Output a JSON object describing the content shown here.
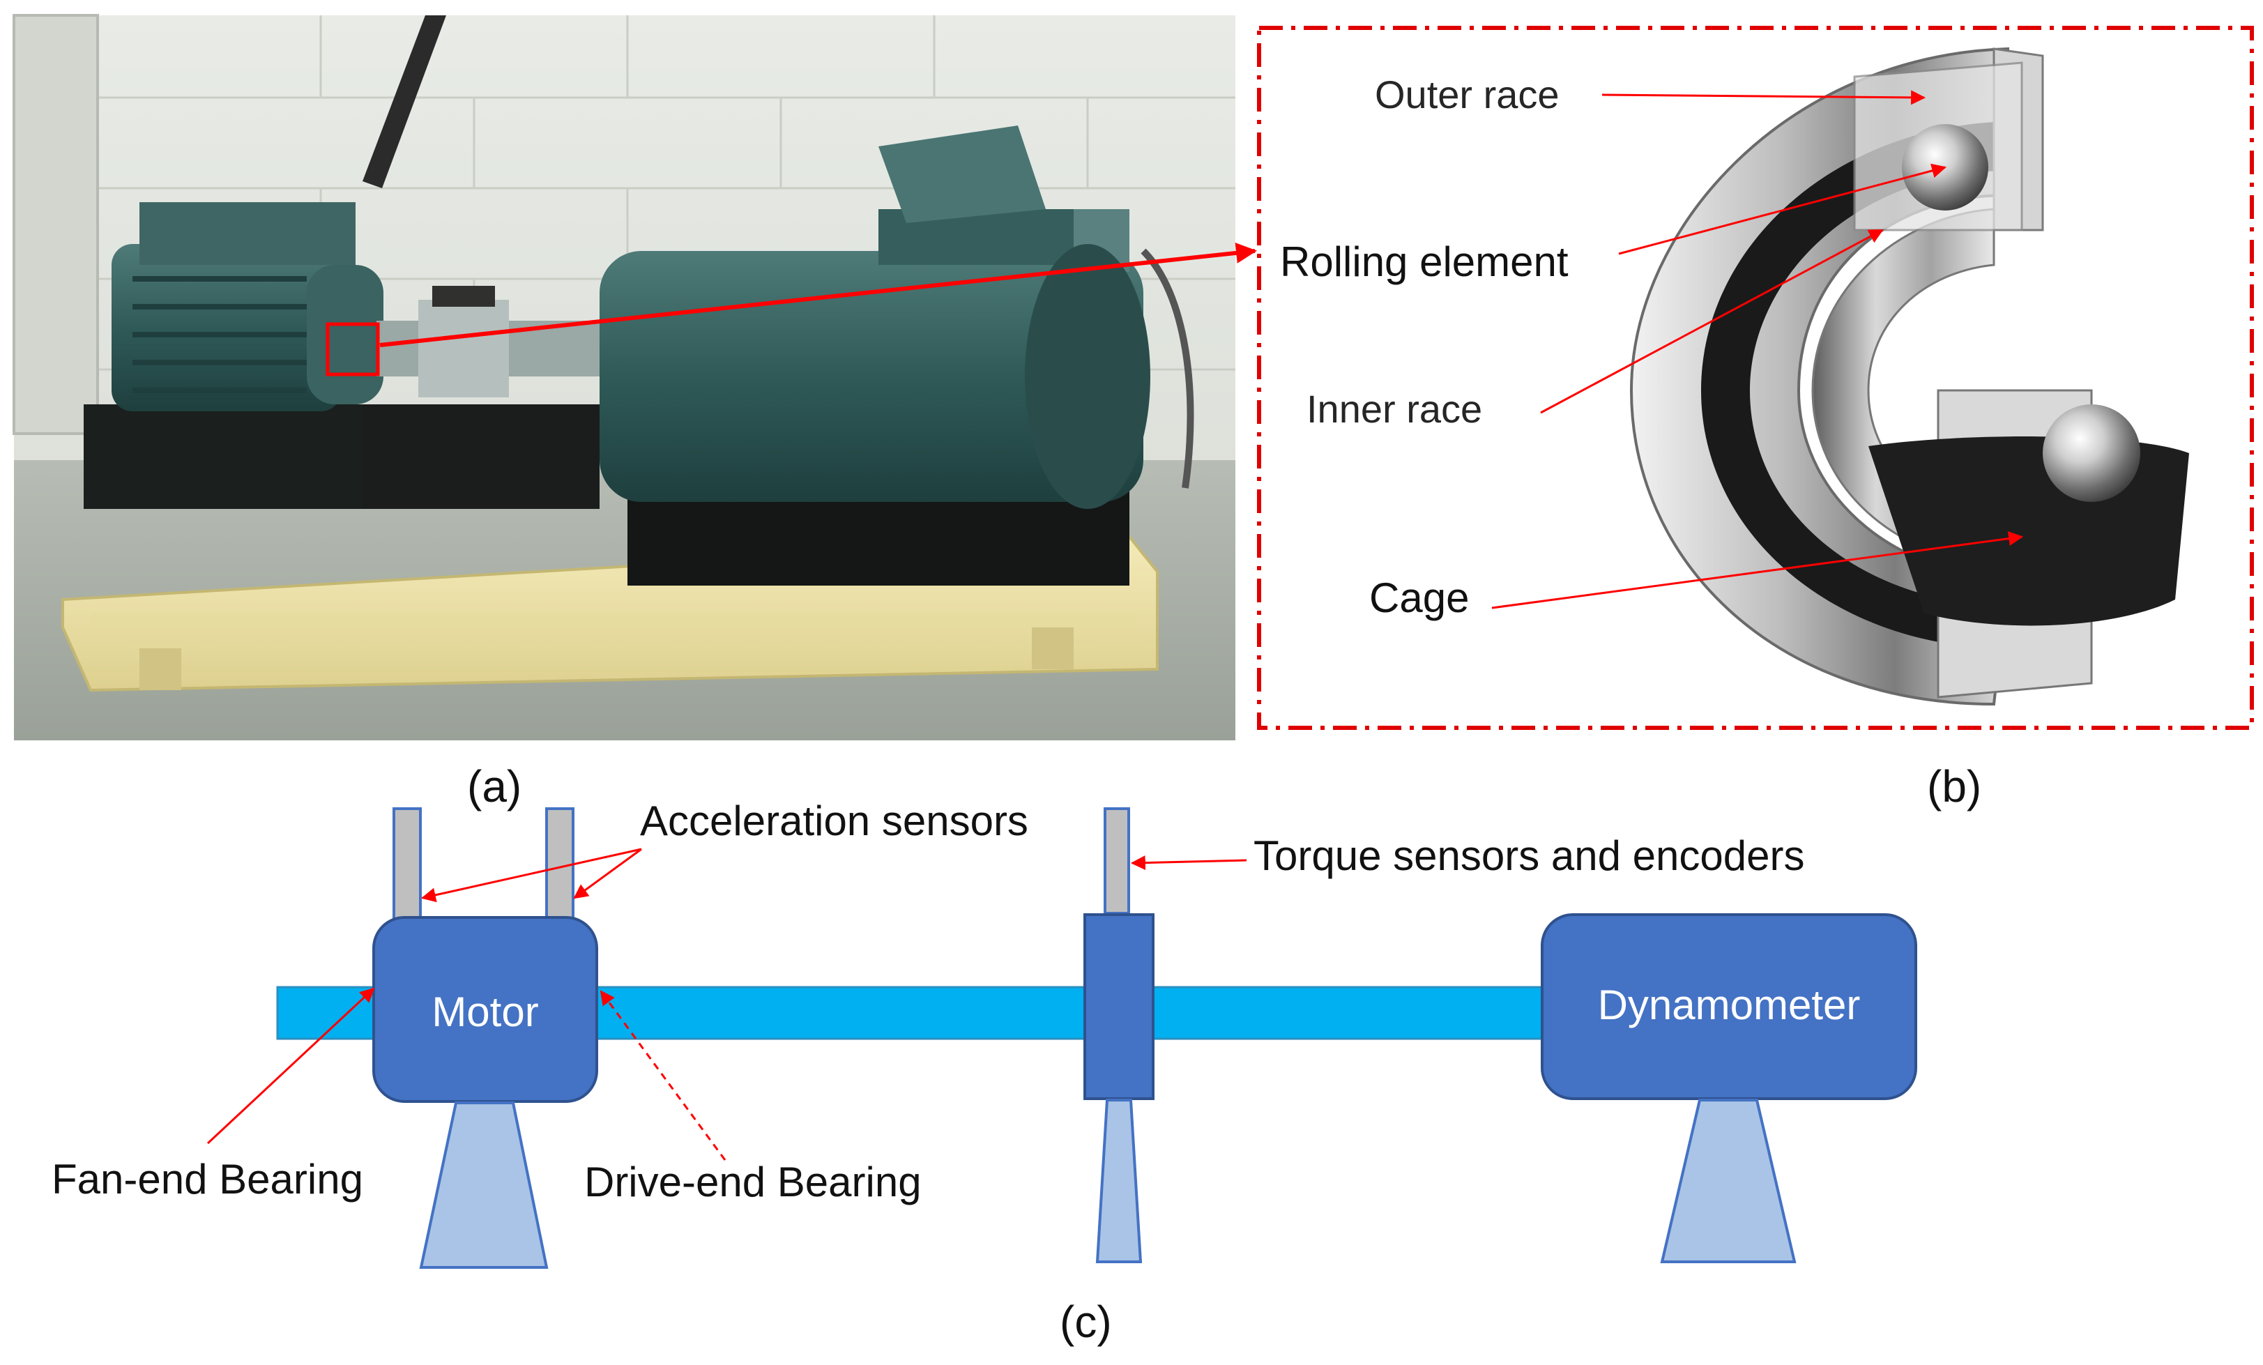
{
  "panels": {
    "a": {
      "caption": "(a)"
    },
    "b": {
      "caption": "(b)",
      "labels": {
        "outer_race": "Outer race",
        "rolling_element": "Rolling element",
        "inner_race": "Inner race",
        "cage": "Cage"
      }
    },
    "c": {
      "caption": "(c)",
      "labels": {
        "acceleration_sensors": "Acceleration sensors",
        "torque_sensors": "Torque sensors and encoders",
        "motor": "Motor",
        "dynamometer": "Dynamometer",
        "fan_end_bearing": "Fan-end Bearing",
        "drive_end_bearing": "Drive-end Bearing"
      }
    }
  },
  "colors": {
    "shaft": "#00b0f0",
    "component_box": "#4472c4",
    "support": "#a9c4e6",
    "sensor": "#bfbfbf",
    "annotation_arrow": "#ff0000",
    "dashed_frame": "#e00000"
  }
}
